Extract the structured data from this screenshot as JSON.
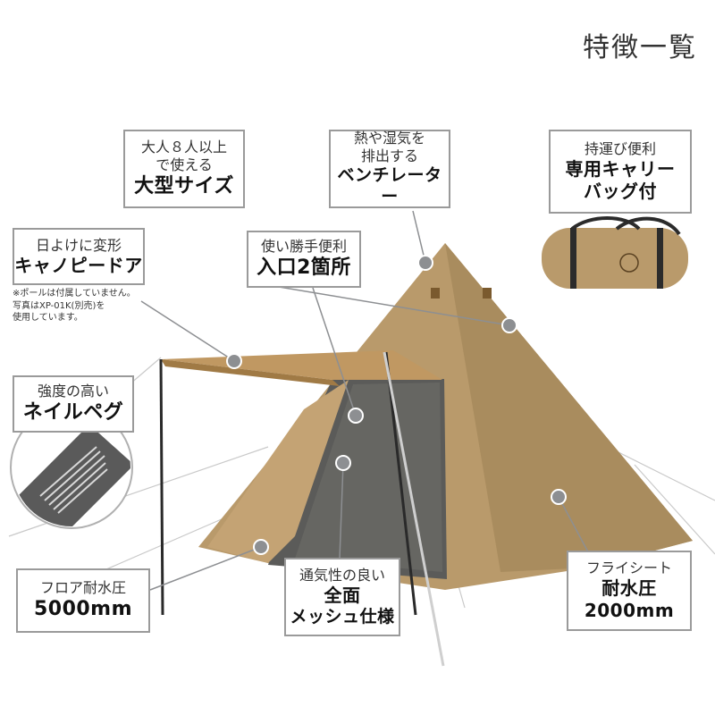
{
  "page_title": "特徴一覧",
  "callouts": {
    "large_size": {
      "line1": "大人８人以上",
      "line2": "で使える",
      "line3": "大型サイズ"
    },
    "ventilator": {
      "line1": "熱や湿気を",
      "line2": "排出する",
      "line3": "ベンチレーター"
    },
    "carry_bag": {
      "line1": "持運び便利",
      "line2": "専用キャリー",
      "line3": "バッグ付"
    },
    "canopy_door": {
      "line1": "日よけに変形",
      "line2": "キャノピードア"
    },
    "entrance": {
      "line1": "使い勝手便利",
      "line2": "入口2箇所"
    },
    "peg": {
      "line1": "強度の高い",
      "line2": "ネイルペグ"
    },
    "floor": {
      "line1": "フロア耐水圧",
      "line2": "5000mm"
    },
    "mesh": {
      "line1": "通気性の良い",
      "line2": "全面",
      "line3": "メッシュ仕様"
    },
    "flysheet": {
      "line1": "フライシート",
      "line2": "耐水圧",
      "line3": "2000mm"
    }
  },
  "note": {
    "line1": "※ポールは付属していません。",
    "line2": "写真はXP-01K(別売)を",
    "line3": "使用しています。"
  },
  "colors": {
    "tent": "#b99a6b",
    "tent_shadow": "#a3855a",
    "canopy": "#c09862",
    "mesh": "#5a5a58",
    "marker": "#8d8f92",
    "border": "#9a9a9a"
  }
}
